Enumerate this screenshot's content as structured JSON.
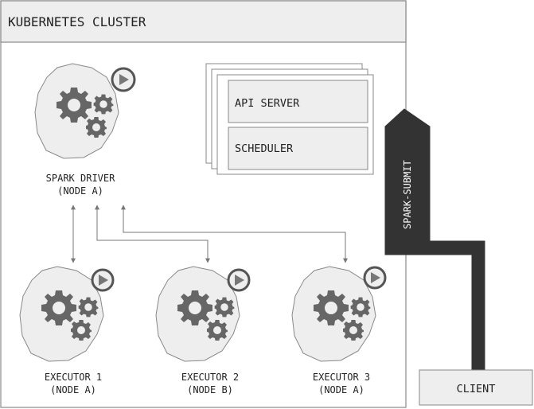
{
  "cluster": {
    "title": "KUBERNETES CLUSTER"
  },
  "control_plane": {
    "api_server": "API SERVER",
    "scheduler": "SCHEDULER"
  },
  "driver": {
    "name": "SPARK DRIVER",
    "node": "(NODE A)"
  },
  "executors": [
    {
      "name": "EXECUTOR 1",
      "node": "(NODE A)"
    },
    {
      "name": "EXECUTOR 2",
      "node": "(NODE B)"
    },
    {
      "name": "EXECUTOR 3",
      "node": "(NODE A)"
    }
  ],
  "submit": {
    "label": "SPARK-SUBMIT"
  },
  "client": {
    "label": "CLIENT"
  },
  "colors": {
    "pod_fill": "#eeeeee",
    "gear": "#666666",
    "box_fill": "#eeeeee",
    "arrow_dark": "#333333",
    "line": "#777777"
  },
  "icons": [
    "gear-icon",
    "play-icon"
  ]
}
